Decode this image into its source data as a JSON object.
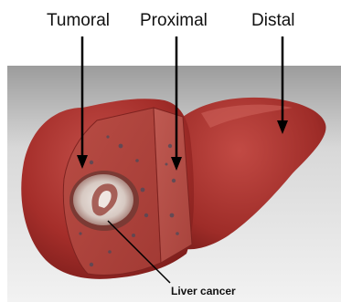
{
  "labels": {
    "tumoral": "Tumoral",
    "proximal": "Proximal",
    "distal": "Distal"
  },
  "callout": {
    "liver_cancer": "Liver cancer"
  },
  "colors": {
    "liver_surface": "#a9302c",
    "liver_highlight": "#c8524b",
    "cut_surface": "#b2463f",
    "backdrop_light": "#e6e6e6",
    "backdrop_dark": "#9a9a9a",
    "tumor": "#d9cfc9",
    "arrow": "#000000"
  }
}
